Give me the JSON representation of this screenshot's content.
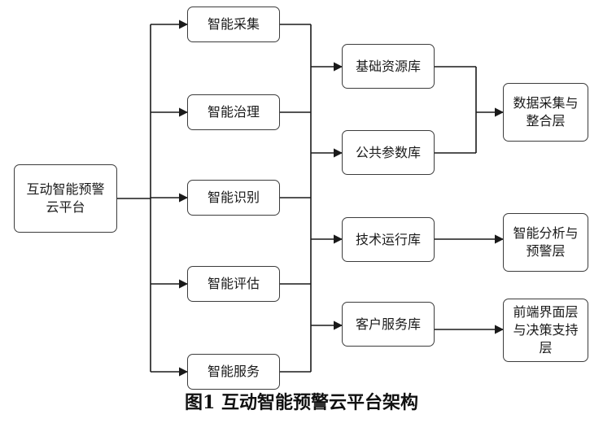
{
  "root": {
    "label": "互动智能预警\n云平台"
  },
  "functions": [
    {
      "label": "智能采集"
    },
    {
      "label": "智能治理"
    },
    {
      "label": "智能识别"
    },
    {
      "label": "智能评估"
    },
    {
      "label": "智能服务"
    }
  ],
  "libraries": [
    {
      "label": "基础资源库"
    },
    {
      "label": "公共参数库"
    },
    {
      "label": "技术运行库"
    },
    {
      "label": "客户服务库"
    }
  ],
  "layers": [
    {
      "label": "数据采集与\n整合层"
    },
    {
      "label": "智能分析与\n预警层"
    },
    {
      "label": "前端界面层\n与决策支持\n层"
    }
  ],
  "caption": {
    "label": "图1  互动智能预警云平台架构"
  }
}
